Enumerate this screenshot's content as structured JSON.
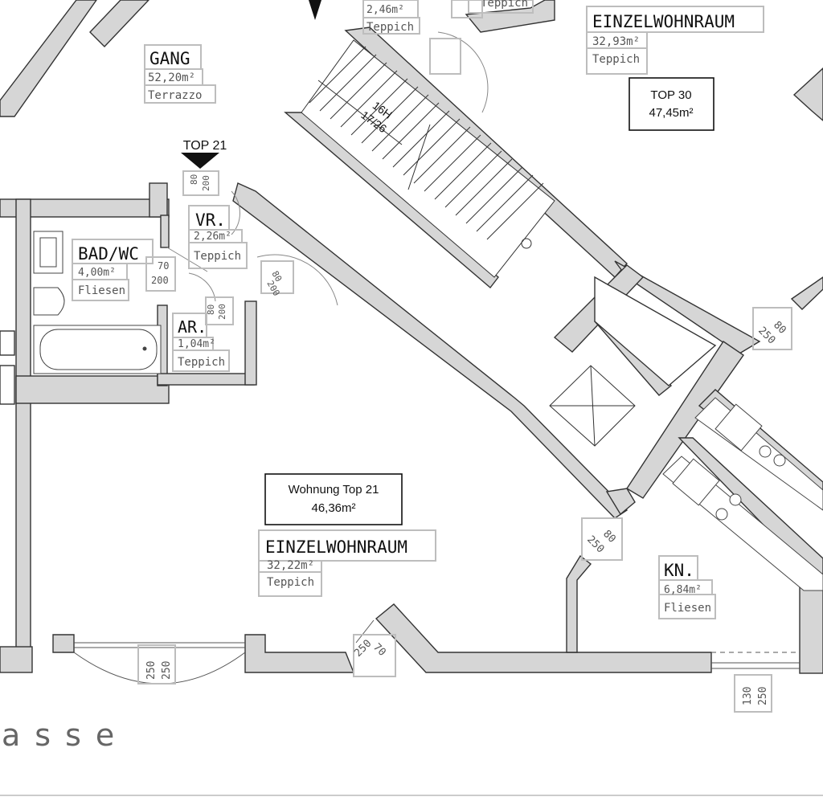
{
  "rooms": {
    "gang": {
      "name": "GANG",
      "area": "52,20m²",
      "floor": "Terrazzo"
    },
    "einzel_top30": {
      "name": "EINZELWOHNRAUM",
      "area": "32,93m²",
      "floor": "Teppich"
    },
    "einzel_top21": {
      "name": "EINZELWOHNRAUM",
      "area": "32,22m²",
      "floor": "Teppich"
    },
    "badwc": {
      "name": "BAD/WC",
      "area": "4,00m²",
      "floor": "Fliesen"
    },
    "vr": {
      "name": "VR.",
      "area": "2,26m²",
      "floor": "Teppich"
    },
    "ar": {
      "name": "AR.",
      "area": "1,04m²",
      "floor": "Teppich"
    },
    "kn": {
      "name": "KN.",
      "area": "6,84m²",
      "floor": "Fliesen"
    },
    "top_room_partial": {
      "area": "2,46m²",
      "floor": "Teppich"
    },
    "top_right_partial": {
      "floor": "Teppich"
    }
  },
  "units": {
    "top30": {
      "line1": "TOP 30",
      "line2": "47,45m²"
    },
    "top21": {
      "line1": "Wohnung Top 21",
      "line2": "46,36m²"
    }
  },
  "entrance_marker": "TOP 21",
  "stair": {
    "line1": "16H",
    "line2": "17/26"
  },
  "doors": {
    "d1": {
      "w": "70",
      "h": "200"
    },
    "d2": {
      "w": "80",
      "h": "200"
    },
    "d3": {
      "w": "80",
      "h": "250"
    },
    "d4": {
      "w": "80",
      "h": "250"
    },
    "d5": {
      "w": "70",
      "h": "250"
    },
    "d6": {
      "w": "250",
      "h": "250"
    },
    "d7": {
      "w": "130",
      "h": "250"
    },
    "d8": {
      "w": "80",
      "h": "200"
    },
    "d9": {
      "w": "80",
      "h": "200"
    }
  },
  "street_name": "asse",
  "colors": {
    "wall": "#d6d6d6",
    "wall_stroke": "#333333",
    "label_box": "#bdbdbd"
  }
}
